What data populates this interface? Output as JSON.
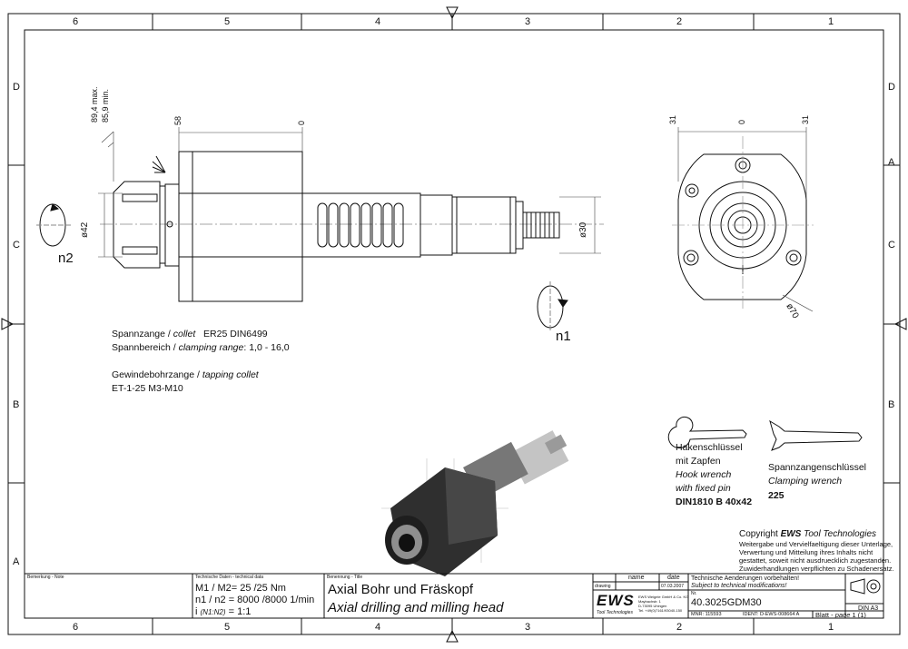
{
  "frame": {
    "columns": [
      "6",
      "5",
      "4",
      "3",
      "2",
      "1"
    ],
    "rows": [
      "D",
      "C",
      "B",
      "A"
    ]
  },
  "dimensions": {
    "max_len": "89,4 max.",
    "min_len": "85,9 min.",
    "d58": "58",
    "zero_side": "0",
    "dia42": "ø42",
    "dia30": "ø30",
    "front_31_left": "31",
    "front_zero": "0",
    "front_31_right": "31",
    "dia70": "ø70",
    "n1": "n1",
    "n2": "n2"
  },
  "specs": {
    "collet_label": "Spannzange / ",
    "collet_label_en": "collet",
    "collet_value": "ER25    DIN6499",
    "range_label": "Spannbereich / ",
    "range_label_en": "clamping range",
    "range_value": ": 1,0 - 16,0",
    "tap_label": "Gewindebohrzange / ",
    "tap_label_en": "tapping collet",
    "tap_value": "ET-1-25   M3-M10"
  },
  "hook_wrench": {
    "de1": "Hakenschlüssel",
    "de2": "mit Zapfen",
    "en1": "Hook wrench",
    "en2": "with fixed pin",
    "code": "DIN1810 B 40x42"
  },
  "clamp_wrench": {
    "de": "Spannzangenschlüssel",
    "en": "Clamping wrench",
    "code": "225"
  },
  "copyright": {
    "prefix": "Copyright ",
    "brand": "EWS",
    "suffix": " Tool Technologies",
    "line1": "Weitergabe und Vervielfaeltigung dieser Unterlage,",
    "line2": "Verwertung und Mitteilung ihres Inhalts nicht",
    "line3": "gestattet, soweit nicht ausdruecklich zugestanden.",
    "line4": "Zuwiderhandlungen verpflichten zu Schadenersatz."
  },
  "title_block": {
    "remark_label": "Bemerkung - Note",
    "tech_label": "Technische Daten - technical data",
    "tech_line1": "M1 / M2= 25 /25 Nm",
    "tech_line2": "n1 / n2 = 8000 /8000   1/min",
    "tech_line3_a": "i",
    "tech_line3_b": "(N1:N2)",
    "tech_line3_c": "= 1:1",
    "name_label": "Benennung - Title",
    "title_de": "Axial Bohr und Fräskopf",
    "title_en": "Axial drilling and milling head",
    "col_name": "name",
    "col_date": "date",
    "row_drawing": "drawing",
    "drawing_date": "07.03.2007",
    "logo": "EWS",
    "logo_sub": "Tool Technologies",
    "company_line1": "EWS Weigele GmbH & Co. KG",
    "company_line2": "Maybachstr. 1",
    "company_line3": "D-73095 Uhingen",
    "company_line4": "Tel. +49(0)7161/93040-150",
    "mod_line1": "Technische Aenderungen vorbehalten!",
    "mod_line2": "Subject to technical modifications!",
    "nr_label": "Nr.",
    "part_number": "40.3025GDM30",
    "mnr": "MNR: 115593",
    "ident": "IDENT: D-EWS-008664  A",
    "sheet_de": "Blatt - ",
    "sheet_en": "page",
    "sheet_value": "1 (1)",
    "format": "DIN A3"
  },
  "colors": {
    "line": "#111111",
    "dim": "#555555",
    "center": "#888888"
  }
}
